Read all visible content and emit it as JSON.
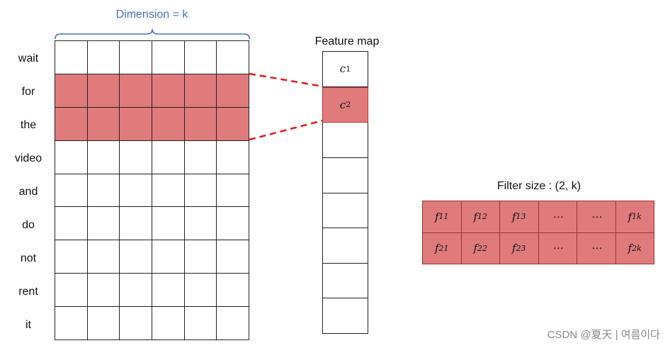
{
  "dimension_label": "Dimension = k",
  "words": [
    "wait",
    "for",
    "the",
    "video",
    "and",
    "do",
    "not",
    "rent",
    "it"
  ],
  "highlighted_rows": [
    1,
    2
  ],
  "grid_columns": 6,
  "feature_map": {
    "title": "Feature map",
    "cells": [
      {
        "base": "c",
        "sub": "1",
        "highlighted": false
      },
      {
        "base": "c",
        "sub": "2",
        "highlighted": true
      },
      {
        "base": "",
        "sub": "",
        "highlighted": false
      },
      {
        "base": "",
        "sub": "",
        "highlighted": false
      },
      {
        "base": "",
        "sub": "",
        "highlighted": false
      },
      {
        "base": "",
        "sub": "",
        "highlighted": false
      },
      {
        "base": "",
        "sub": "",
        "highlighted": false
      },
      {
        "base": "",
        "sub": "",
        "highlighted": false
      }
    ]
  },
  "filter": {
    "title": "Filter size : (2, k)",
    "rows": [
      [
        {
          "base": "f",
          "sub": "11"
        },
        {
          "base": "f",
          "sub": "12"
        },
        {
          "base": "f",
          "sub": "13"
        },
        {
          "base": "⋯",
          "sub": ""
        },
        {
          "base": "⋯",
          "sub": ""
        },
        {
          "base": "f",
          "sub": "1k"
        }
      ],
      [
        {
          "base": "f",
          "sub": "21"
        },
        {
          "base": "f",
          "sub": "22"
        },
        {
          "base": "f",
          "sub": "23"
        },
        {
          "base": "⋯",
          "sub": ""
        },
        {
          "base": "⋯",
          "sub": ""
        },
        {
          "base": "f",
          "sub": "2k"
        }
      ]
    ]
  },
  "colors": {
    "highlight": "#e07b7b",
    "dimension_label": "#4472c4",
    "connector": "#e02020"
  },
  "watermark": "CSDN @夏天 | 여름이다"
}
